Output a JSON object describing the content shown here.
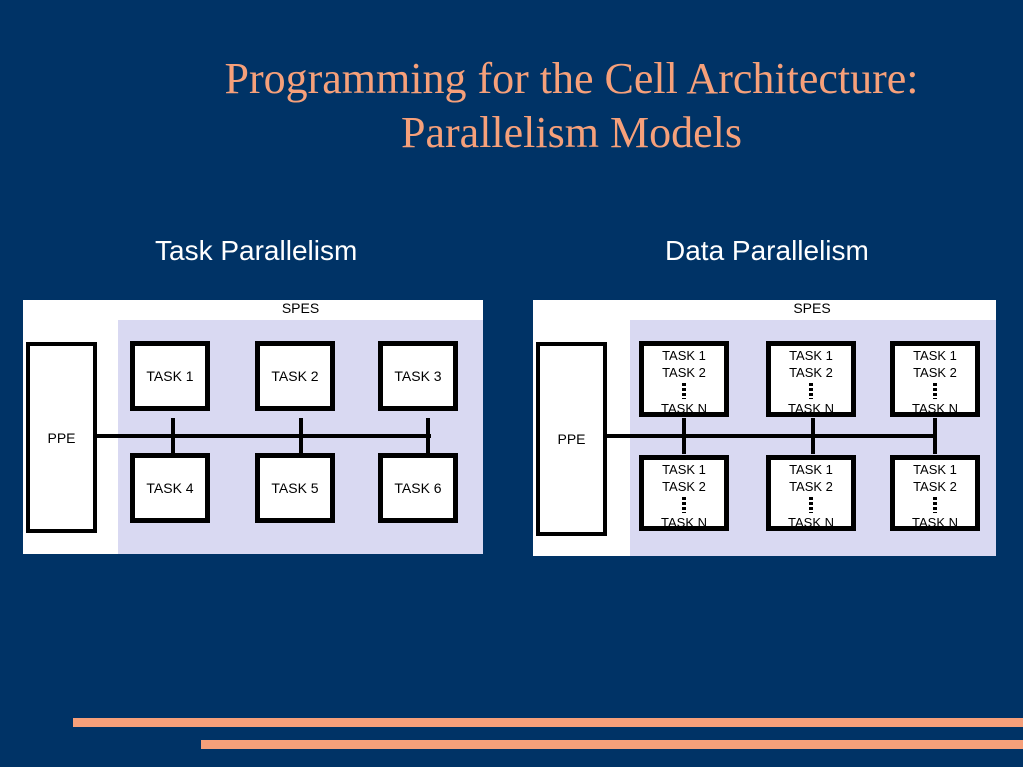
{
  "slide": {
    "title_line1": "Programming for the Cell Architecture:",
    "title_line2": "Parallelism Models"
  },
  "task_parallelism": {
    "heading": "Task Parallelism",
    "spes_label": "SPES",
    "ppe_label": "PPE",
    "tasks": [
      "TASK 1",
      "TASK 2",
      "TASK 3",
      "TASK 4",
      "TASK 5",
      "TASK 6"
    ]
  },
  "data_parallelism": {
    "heading": "Data Parallelism",
    "spes_label": "SPES",
    "ppe_label": "PPE",
    "box_lines": [
      "TASK 1",
      "TASK 2",
      "TASK N"
    ],
    "box_count": 6
  },
  "colors": {
    "background": "#003366",
    "title": "#f6a07a",
    "spes_fill": "#d9d9f2",
    "stripe": "#f6a07a"
  }
}
